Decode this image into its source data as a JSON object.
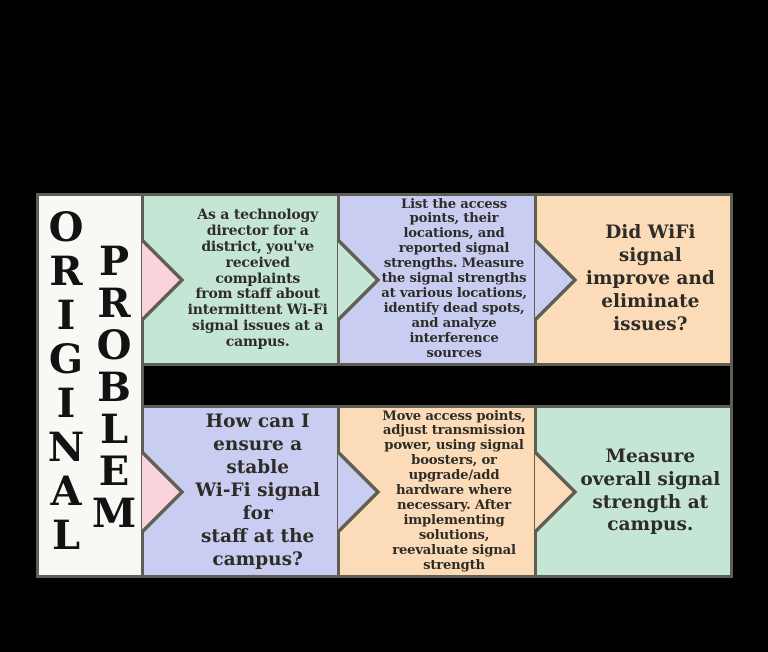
{
  "palette": {
    "background": "#000000",
    "border": "#5e5e52",
    "panel": "#f9f8f5",
    "green": "#c5e6d4",
    "purple": "#c9cdf2",
    "orange": "#fcdcb8",
    "pink": "#fbd3dc",
    "text": "#2e2c27"
  },
  "side_panel": {
    "word_top": "ORIGINAL",
    "word_bottom": "PROBLEM"
  },
  "boxes": {
    "row1": [
      {
        "name": "problem-statement",
        "text": "As a technology\ndirector for a\ndistrict, you've\nreceived complaints\nfrom staff about\nintermittent Wi-Fi\nsignal issues at a\ncampus."
      },
      {
        "name": "investigation-steps",
        "text": "List the access\npoints, their\nlocations, and\nreported signal\nstrengths. Measure\nthe signal strengths\nat various locations,\nidentify dead spots,\nand analyze\ninterference sources"
      },
      {
        "name": "evaluation-question",
        "text": "Did WiFi signal\nimprove and\neliminate\nissues?"
      }
    ],
    "row2": [
      {
        "name": "guiding-question",
        "text": "How can I\nensure a stable\nWi-Fi signal for\nstaff at the\ncampus?"
      },
      {
        "name": "solution-steps",
        "text": "Move access points,\nadjust transmission\npower, using signal\nboosters, or\nupgrade/add\nhardware where\nnecessary. After\nimplementing\nsolutions,\nreevaluate signal\nstrength"
      },
      {
        "name": "measurement-step",
        "text": "Measure\noverall signal\nstrength at\ncampus."
      }
    ]
  }
}
